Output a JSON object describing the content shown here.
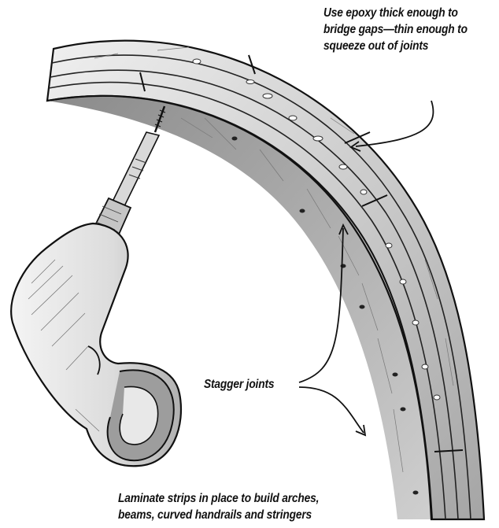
{
  "callouts": {
    "epoxy": {
      "lines": [
        "Use epoxy thick enough to",
        "bridge gaps—thin enough to",
        "squeeze out of joints"
      ]
    },
    "stagger": {
      "text": "Stagger joints"
    },
    "caption": {
      "lines": [
        "Laminate strips in place to build arches,",
        "beams, curved handrails and stringers"
      ]
    }
  },
  "colors": {
    "ink": "#111111",
    "wood_light": "#e4e4e4",
    "wood_mid": "#bdbdbd",
    "wood_dark": "#8c8c8c",
    "background": "#ffffff"
  },
  "icons": [
    "drill-icon",
    "arch-laminate-icon",
    "screw-icon"
  ]
}
